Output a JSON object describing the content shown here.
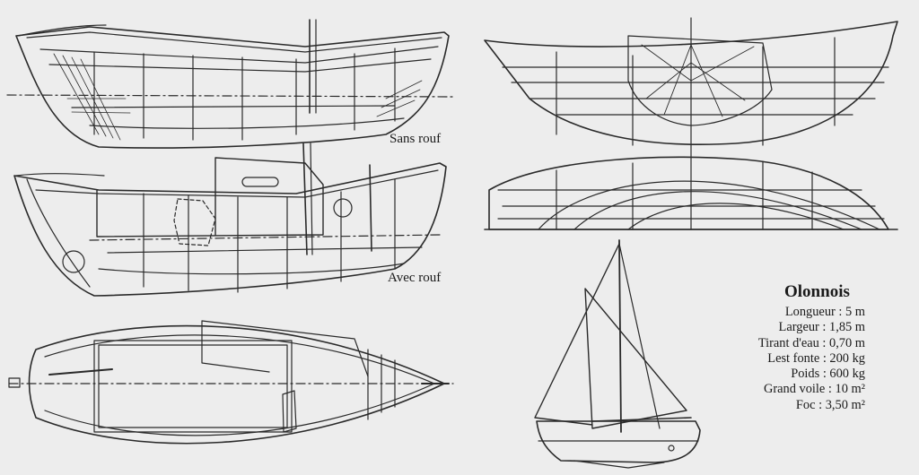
{
  "captions": {
    "sans_rouf": "Sans rouf",
    "avec_rouf": "Avec rouf"
  },
  "boat": {
    "name": "Olonnois",
    "specs": [
      "Longueur : 5 m",
      "Largeur : 1,85 m",
      "Tirant d'eau : 0,70 m",
      "Lest fonte : 200 kg",
      "Poids : 600 kg",
      "Grand voile : 10 m²",
      "Foc : 3,50 m²"
    ]
  }
}
